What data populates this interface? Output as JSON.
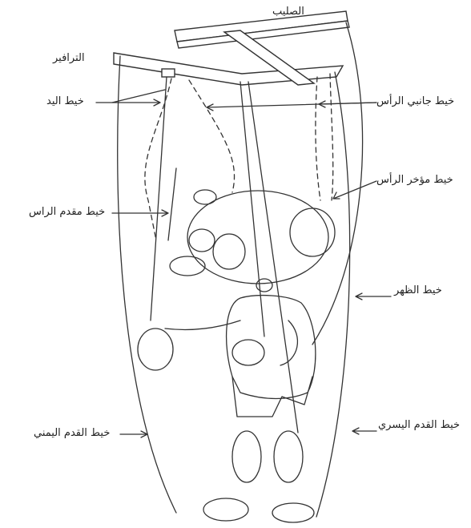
{
  "labels": {
    "cross": "الصليب",
    "crossbar": "الترافير",
    "hand_string": "خيط اليد",
    "head_side_string": "خيط جانبي الرأس",
    "head_back_string": "خيط مؤخر الرأس",
    "head_front_string": "خيط مقدم الراس",
    "back_string": "خيط الظهر",
    "right_foot_string": "خيط القدم اليمني",
    "left_foot_string": "خيط القدم اليسري"
  }
}
